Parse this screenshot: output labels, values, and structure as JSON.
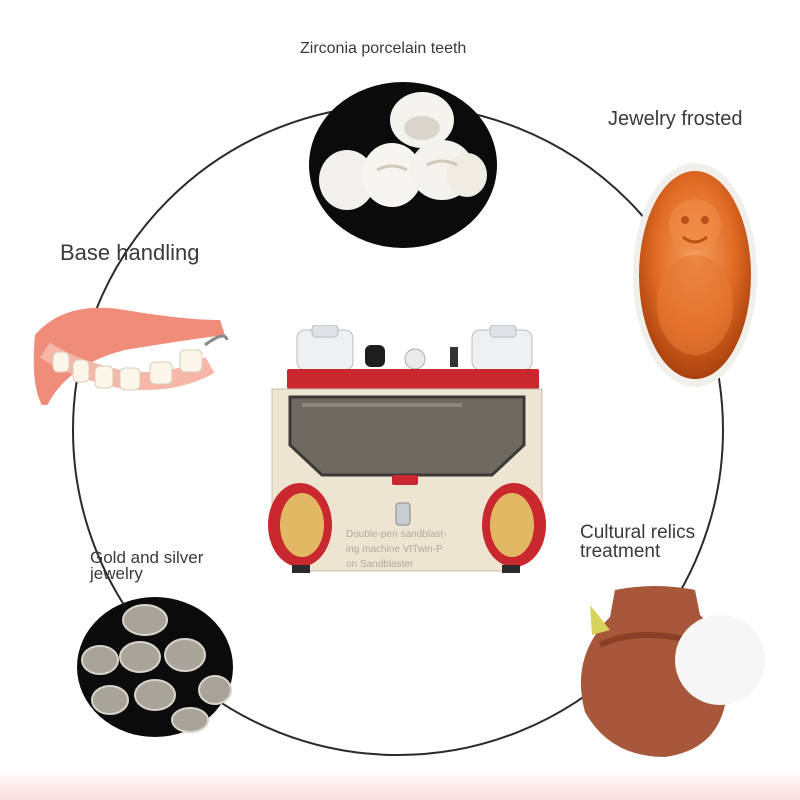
{
  "labels": {
    "zirconia": "Zirconia porcelain teeth",
    "jewelry_frosted": "Jewelry frosted",
    "base_handling": "Base handling",
    "cultural_line1": "Cultural relics",
    "cultural_line2": "treatment",
    "gold_line1": "Gold and silver",
    "gold_line2": "jewelry"
  },
  "product": {
    "watermark_line1": "Double-pen sandblast-",
    "watermark_line2": "ing machine VITwin-P",
    "watermark_line3": "on Sandblaster"
  },
  "colors": {
    "machine_body": "#ede4d2",
    "machine_red": "#c8282e",
    "window_tint": "#6e6a62",
    "port_gold": "#e3b865",
    "circle_line": "#2a2a2a"
  },
  "icons": [
    "zirconia-teeth-photo",
    "amber-buddha-photo",
    "denture-photo",
    "pottery-photo",
    "silver-ingots-photo",
    "sandblaster-machine"
  ]
}
